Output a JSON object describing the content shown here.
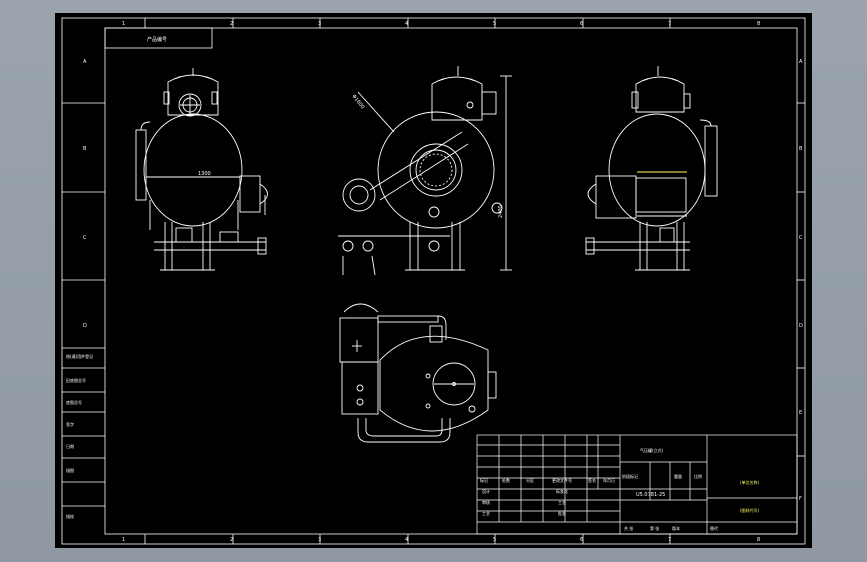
{
  "viewport": {
    "background": "#8f98a3",
    "sheet_color": "#000000",
    "line_color": "#ffffff",
    "accent_color": "#ffff66"
  },
  "border": {
    "top_columns": [
      "1",
      "2",
      "3",
      "4",
      "5",
      "6",
      "7",
      "8"
    ],
    "bottom_columns": [
      "1",
      "2",
      "3",
      "4",
      "5",
      "6",
      "7",
      "8"
    ],
    "left_rows": [
      "A",
      "B",
      "C",
      "D"
    ],
    "right_rows": [
      "A",
      "B",
      "C",
      "D",
      "E",
      "F"
    ]
  },
  "top_label": "产品编号",
  "left_strip": [
    "借(通)用件登记",
    "旧底图总号",
    "底图总号",
    "签字",
    "日期",
    "描图",
    "描校"
  ],
  "dimensions": {
    "width_label": "1300",
    "height_label": "2400",
    "dia_label": "Φ1600"
  },
  "title_block": {
    "main_title": "气压罐(立式)",
    "drawing_no": "U5.0781-25",
    "stage_label": "阶段标记",
    "weight_label": "重量",
    "scale_label": "比例",
    "header_cols": [
      "标记",
      "处数",
      "分区",
      "更改文件号",
      "签名",
      "年月日"
    ],
    "left_rows": [
      "设计",
      "审核",
      "工艺"
    ],
    "mid_rows": [
      "标准化",
      "工艺",
      "批准"
    ],
    "company": "(单位名称)",
    "drawing_code": "(图样代号)",
    "footer": [
      "共 张",
      "第 张",
      "版本",
      "替代"
    ]
  }
}
